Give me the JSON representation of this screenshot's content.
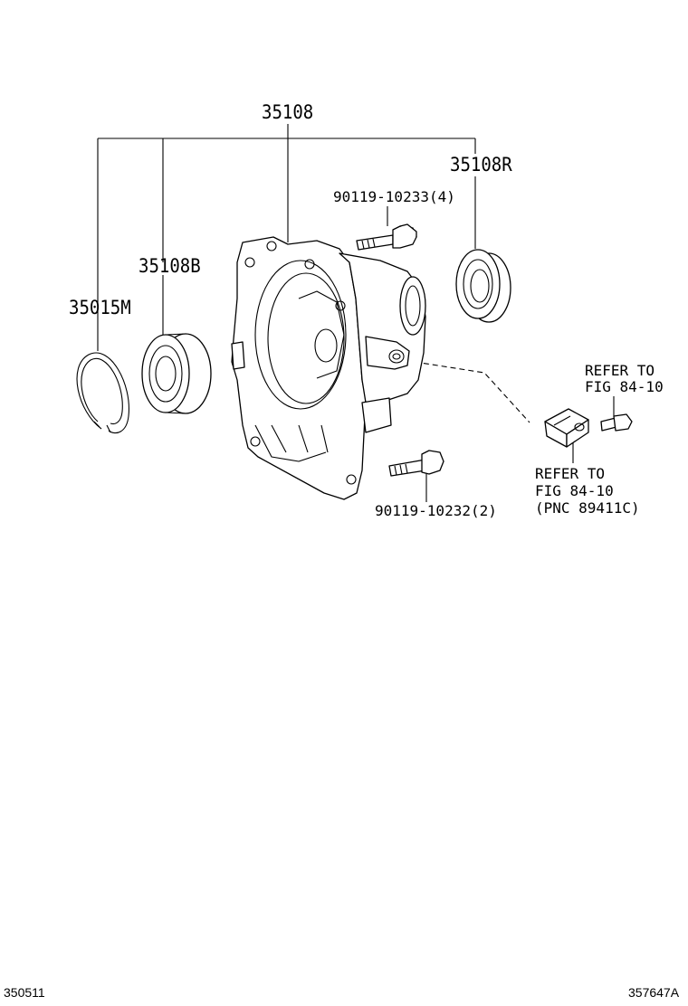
{
  "labels": {
    "main_part": "35108",
    "seal": "35108R",
    "bearing": "35108B",
    "snap_ring": "35015M",
    "bolt_top": "90119-10233(4)",
    "bolt_bottom": "90119-10232(2)",
    "refer_small_1": "REFER TO",
    "refer_small_2": "FIG 84-10",
    "refer_sensor_1": "REFER TO",
    "refer_sensor_2": "FIG 84-10",
    "refer_sensor_3": "(PNC 89411C)"
  },
  "footer": {
    "left_code": "350511",
    "right_code": "357647A"
  }
}
